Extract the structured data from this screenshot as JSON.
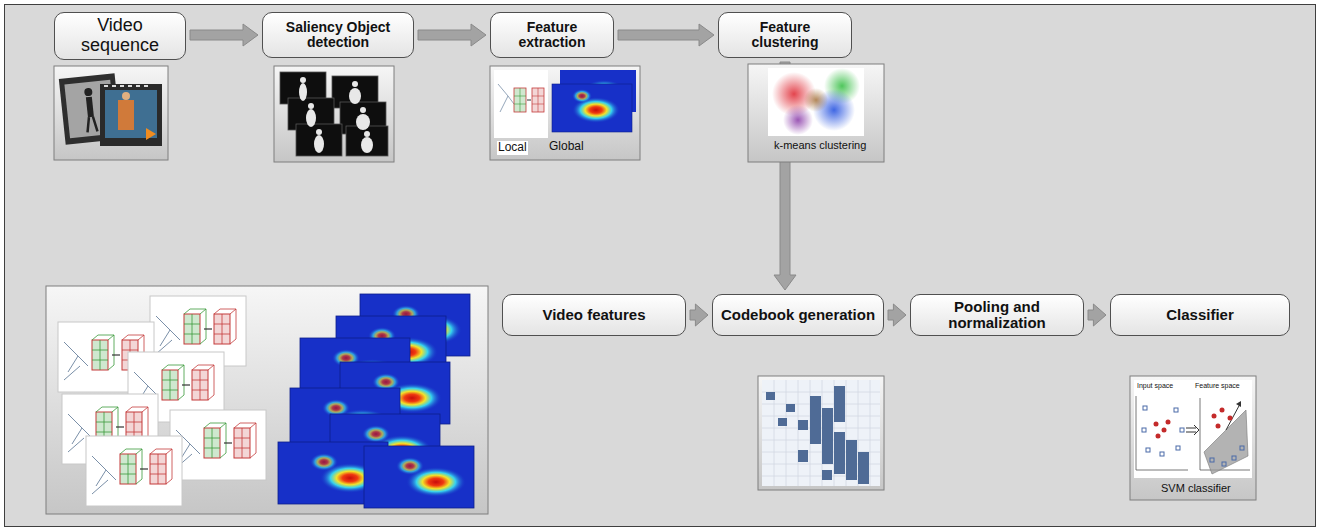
{
  "diagram": {
    "nodes": [
      {
        "text": [
          "Video sequence"
        ]
      },
      {
        "text": [
          "Saliency Object detection"
        ]
      },
      {
        "text": [
          "Feature extraction"
        ]
      },
      {
        "text": [
          "Feature clustering"
        ]
      },
      {
        "text": [
          "Video features"
        ]
      },
      {
        "text": [
          "Codebook generation"
        ]
      },
      {
        "text": [
          "Pooling and normalization"
        ]
      },
      {
        "text": [
          "Classifier"
        ]
      }
    ],
    "edges": [
      {
        "from": 0,
        "to": 1,
        "arrow": "to"
      },
      {
        "from": 1,
        "to": 2,
        "arrow": "to"
      },
      {
        "from": 2,
        "to": 3,
        "arrow": "to"
      },
      {
        "from": 3,
        "to": 5,
        "arrow": "to"
      },
      {
        "from": 4,
        "to": 5,
        "arrow": "to"
      },
      {
        "from": 5,
        "to": 6,
        "arrow": "to"
      },
      {
        "from": 6,
        "to": 7,
        "arrow": "to"
      }
    ],
    "labels": [
      "Local",
      "Global",
      "k-means clustering",
      "Input space",
      "Feature space",
      "SVM classifier"
    ]
  }
}
